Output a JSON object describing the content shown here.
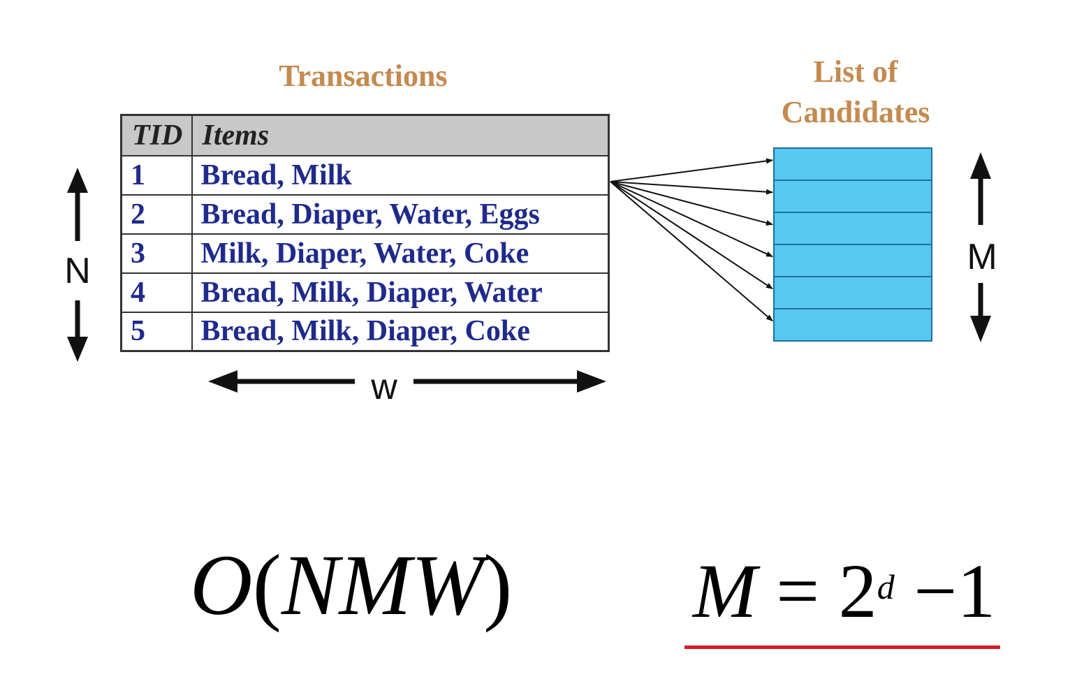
{
  "transactions_title": "Transactions",
  "candidates_title_line1": "List of",
  "candidates_title_line2": "Candidates",
  "table": {
    "headers": [
      "TID",
      "Items"
    ],
    "rows": [
      {
        "tid": "1",
        "items": "Bread, Milk"
      },
      {
        "tid": "2",
        "items": "Bread, Diaper, Water, Eggs"
      },
      {
        "tid": "3",
        "items": "Milk, Diaper, Water, Coke"
      },
      {
        "tid": "4",
        "items": "Bread, Milk, Diaper, Water"
      },
      {
        "tid": "5",
        "items": "Bread, Milk, Diaper, Coke"
      }
    ]
  },
  "dimensions": {
    "n": "N",
    "m": "M",
    "w": "w"
  },
  "candidate_count": 6,
  "complexity": {
    "o": "O",
    "open": "(",
    "vars": "NMW",
    "close": ")"
  },
  "equation": {
    "lhs": "M",
    "eq": " = 2",
    "exp": "d",
    "rest": " −1"
  },
  "colors": {
    "heading": "#c48a4e",
    "item_text": "#1f2a8c",
    "header_bg": "#c8c8c8",
    "candidate_fill": "#56c8f2",
    "underline": "#d91c25"
  }
}
